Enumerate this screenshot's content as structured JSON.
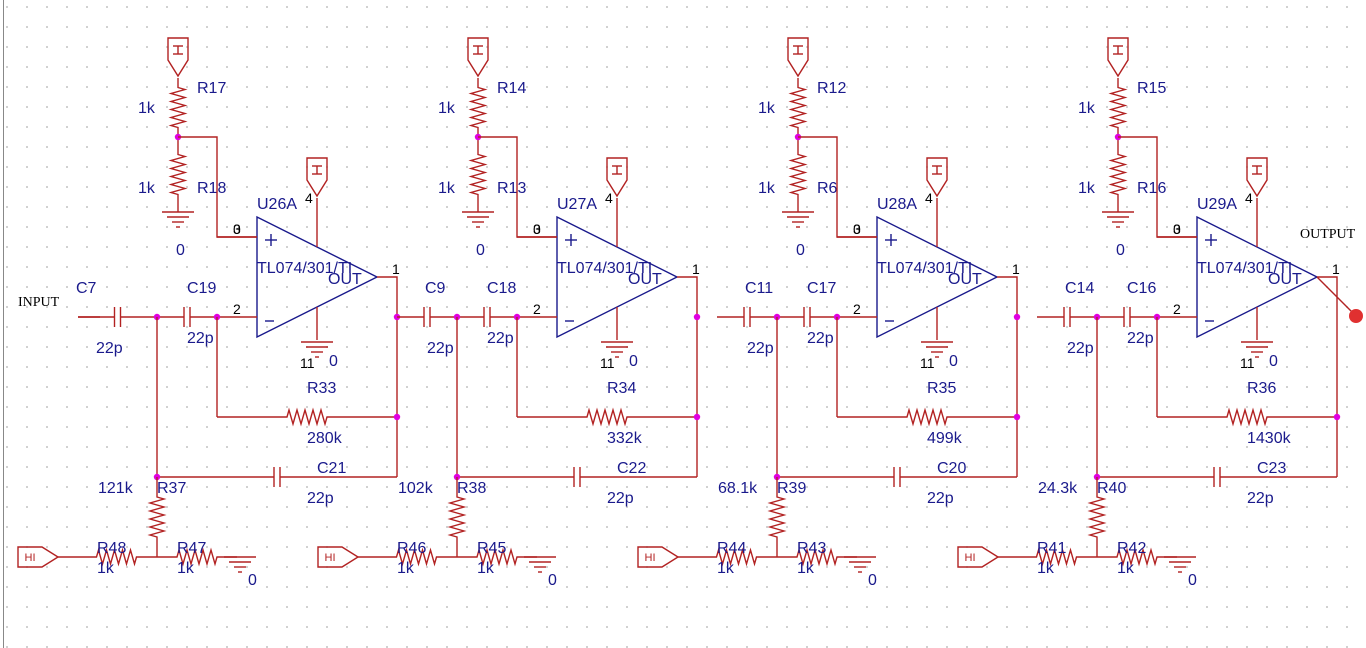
{
  "ports": {
    "input": "INPUT",
    "output": "OUTPUT"
  },
  "power_label": "HI",
  "ground_label": "0",
  "opamp_part": "TL074/301/TI",
  "opamp_out_label": "OUT",
  "stages": [
    {
      "u": "U26A",
      "r_top": "R17",
      "r_top_v": "1k",
      "r_bot": "R18",
      "r_bot_v": "1k",
      "c_in": "C7",
      "c_in_v": "22p",
      "c2": "C19",
      "c2_v": "22p",
      "r_fb": "R33",
      "r_fb_v": "280k",
      "c_fb": "C21",
      "c_fb_v": "22p",
      "r_sh": "R37",
      "r_sh_v": "121k",
      "r_a": "R48",
      "r_a_v": "1k",
      "r_b": "R47",
      "r_b_v": "1k"
    },
    {
      "u": "U27A",
      "r_top": "R14",
      "r_top_v": "1k",
      "r_bot": "R13",
      "r_bot_v": "1k",
      "c_in": "C9",
      "c_in_v": "22p",
      "c2": "C18",
      "c2_v": "22p",
      "r_fb": "R34",
      "r_fb_v": "332k",
      "c_fb": "C22",
      "c_fb_v": "22p",
      "r_sh": "R38",
      "r_sh_v": "102k",
      "r_a": "R46",
      "r_a_v": "1k",
      "r_b": "R45",
      "r_b_v": "1k"
    },
    {
      "u": "U28A",
      "r_top": "R12",
      "r_top_v": "1k",
      "r_bot": "R6",
      "r_bot_v": "1k",
      "c_in": "C11",
      "c_in_v": "22p",
      "c2": "C17",
      "c2_v": "22p",
      "r_fb": "R35",
      "r_fb_v": "499k",
      "c_fb": "C20",
      "c_fb_v": "22p",
      "r_sh": "R39",
      "r_sh_v": "68.1k",
      "r_a": "R44",
      "r_a_v": "1k",
      "r_b": "R43",
      "r_b_v": "1k"
    },
    {
      "u": "U29A",
      "r_top": "R15",
      "r_top_v": "1k",
      "r_bot": "R16",
      "r_bot_v": "1k",
      "c_in": "C14",
      "c_in_v": "22p",
      "c2": "C16",
      "c2_v": "22p",
      "r_fb": "R36",
      "r_fb_v": "1430k",
      "c_fb": "C23",
      "c_fb_v": "22p",
      "r_sh": "R40",
      "r_sh_v": "24.3k",
      "r_a": "R41",
      "r_a_v": "1k",
      "r_b": "R42",
      "r_b_v": "1k"
    }
  ]
}
